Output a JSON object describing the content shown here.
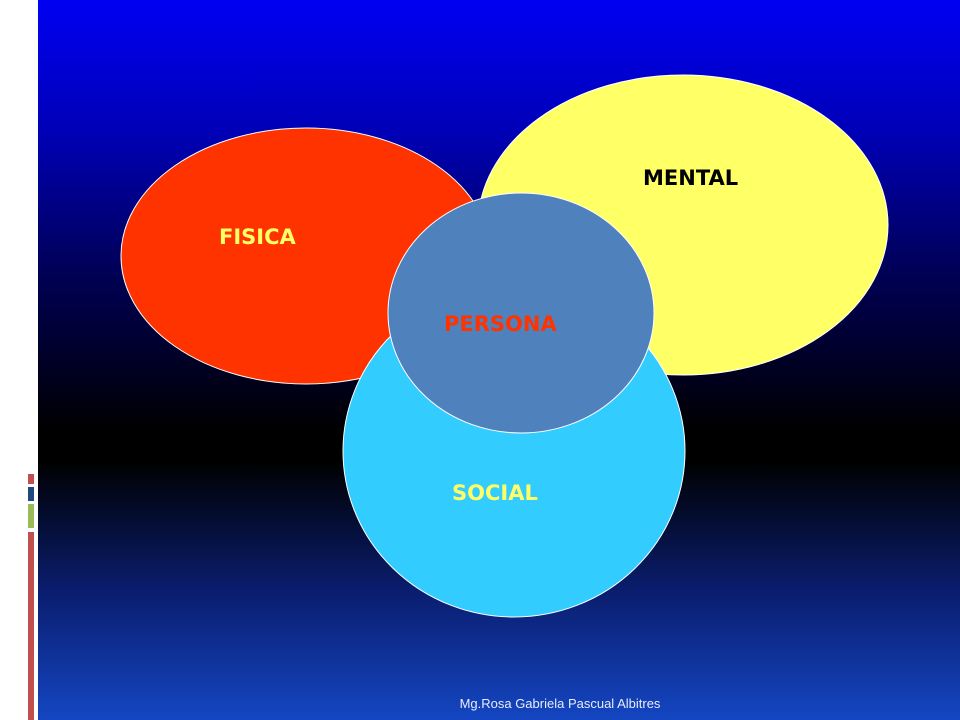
{
  "diagram": {
    "nodes": [
      {
        "id": "fisica",
        "label": "FISICA",
        "fill": "#ff3300",
        "label_color": "#ffff66"
      },
      {
        "id": "mental",
        "label": "MENTAL",
        "fill": "#ffff66",
        "label_color": "#000000"
      },
      {
        "id": "social",
        "label": "SOCIAL",
        "fill": "#33ccff",
        "label_color": "#ffff66"
      },
      {
        "id": "persona",
        "label": "PERSONA",
        "fill": "#4f81bd",
        "label_color": "#ff3300"
      }
    ]
  },
  "footer": {
    "author": "Mg.Rosa Gabriela  Pascual Albitres"
  },
  "colors": {
    "accent_red": "#c0504d",
    "accent_blue": "#1f497d",
    "accent_green": "#9bbb59"
  }
}
